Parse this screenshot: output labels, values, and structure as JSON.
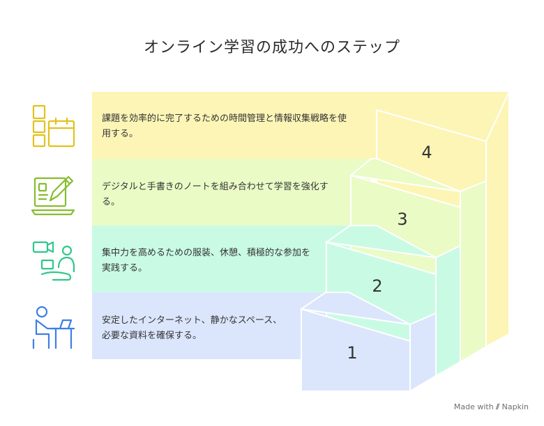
{
  "title": "オンライン学習の成功へのステップ",
  "steps": [
    {
      "number": "4",
      "text": "課題を効率的に完了するための時間管理と情報収集戦略を使用する。",
      "icon": "schedule-calendar-icon",
      "color": "#fdf5b6"
    },
    {
      "number": "3",
      "text": "デジタルと手書きのノートを組み合わせて学習を強化する。",
      "icon": "tablet-pen-notes-icon",
      "color": "#eafbc6"
    },
    {
      "number": "2",
      "text": "集中力を高めるための服装、休憩、積極的な参加を実践する。",
      "icon": "video-participation-icon",
      "color": "#c9fbe4"
    },
    {
      "number": "1",
      "text": "安定したインターネット、静かなスペース、必要な資料を確保する。",
      "icon": "desk-study-icon",
      "color": "#dbe6fc"
    }
  ],
  "footer": {
    "made_with": "Made with",
    "brand": "Napkin"
  }
}
